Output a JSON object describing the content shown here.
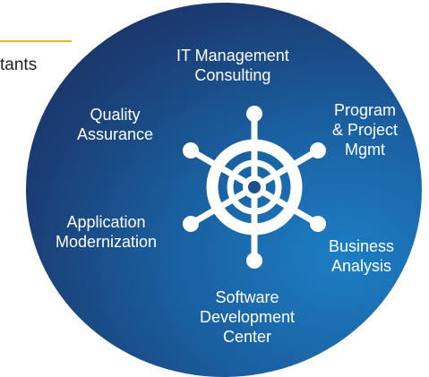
{
  "page_fragment_text": "tants",
  "colors": {
    "accent_line": "#e6b830",
    "circle_dark": "#1a2d5c",
    "circle_light": "#1d7ec3",
    "wheel": "#ffffff",
    "label_text": "#ffffff"
  },
  "center_icon": "ship-wheel-icon",
  "segments": [
    {
      "id": "it_management",
      "lines": [
        "IT Management",
        "Consulting"
      ]
    },
    {
      "id": "program_project",
      "lines": [
        "Program",
        "& Project",
        "Mgmt"
      ]
    },
    {
      "id": "business_analysis",
      "lines": [
        "Business",
        "Analysis"
      ]
    },
    {
      "id": "software_dev",
      "lines": [
        "Software",
        "Development",
        "Center"
      ]
    },
    {
      "id": "app_modernization",
      "lines": [
        "Application",
        "Modernization"
      ]
    },
    {
      "id": "quality_assurance",
      "lines": [
        "Quality",
        "Assurance"
      ]
    }
  ]
}
